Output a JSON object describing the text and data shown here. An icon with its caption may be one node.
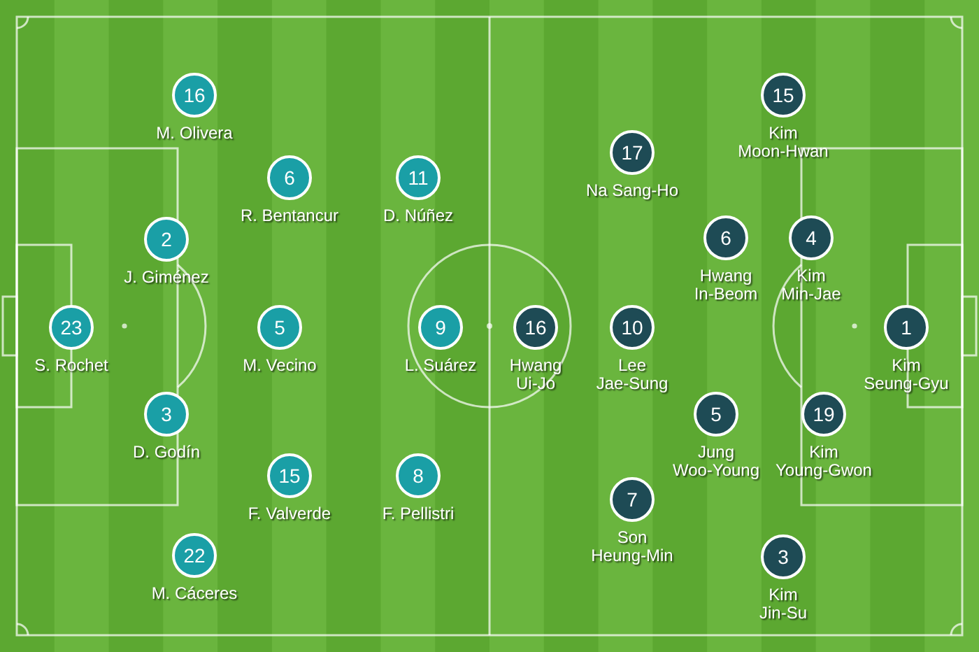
{
  "diagram": {
    "nodes": [
      {
        "text": [
          "23"
        ],
        "beside": [
          "S. Rochet"
        ]
      },
      {
        "text": [
          "16"
        ],
        "beside": [
          "M. Olivera"
        ]
      },
      {
        "text": [
          "2"
        ],
        "beside": [
          "J. Giménez"
        ]
      },
      {
        "text": [
          "3"
        ],
        "beside": [
          "D. Godín"
        ]
      },
      {
        "text": [
          "22"
        ],
        "beside": [
          "M. Cáceres"
        ]
      },
      {
        "text": [
          "6"
        ],
        "beside": [
          "R. Bentancur"
        ]
      },
      {
        "text": [
          "5"
        ],
        "beside": [
          "M. Vecino"
        ]
      },
      {
        "text": [
          "15"
        ],
        "beside": [
          "F. Valverde"
        ]
      },
      {
        "text": [
          "11"
        ],
        "beside": [
          "D. Núñez"
        ]
      },
      {
        "text": [
          "9"
        ],
        "beside": [
          "L. Suárez"
        ]
      },
      {
        "text": [
          "8"
        ],
        "beside": [
          "F. Pellistri"
        ]
      },
      {
        "text": [
          "16"
        ],
        "beside": [
          "Hwang Ui-Jo"
        ]
      },
      {
        "text": [
          "17"
        ],
        "beside": [
          "Na Sang-Ho"
        ]
      },
      {
        "text": [
          "10"
        ],
        "beside": [
          "Lee Jae-Sung"
        ]
      },
      {
        "text": [
          "7"
        ],
        "beside": [
          "Son Heung-Min"
        ]
      },
      {
        "text": [
          "6"
        ],
        "beside": [
          "Hwang In-Beom"
        ]
      },
      {
        "text": [
          "5"
        ],
        "beside": [
          "Jung Woo-Young"
        ]
      },
      {
        "text": [
          "15"
        ],
        "beside": [
          "Kim Moon-Hwan"
        ]
      },
      {
        "text": [
          "3"
        ],
        "beside": [
          "Kim Jin-Su"
        ]
      },
      {
        "text": [
          "4"
        ],
        "beside": [
          "Kim Min-Jae"
        ]
      },
      {
        "text": [
          "19"
        ],
        "beside": [
          "Kim Young-Gwon"
        ]
      },
      {
        "text": [
          "1"
        ],
        "beside": [
          "Kim Seung-Gyu"
        ]
      }
    ]
  }
}
